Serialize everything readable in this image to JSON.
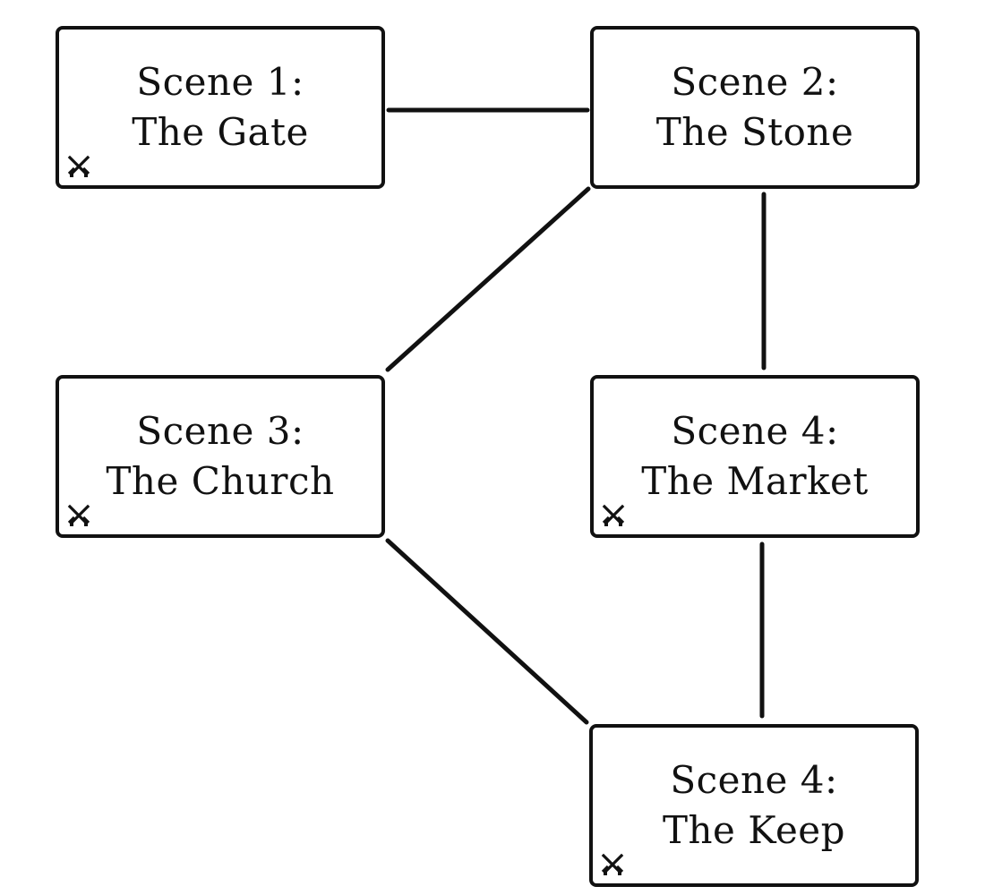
{
  "scenes": [
    {
      "id": "gate",
      "label_line_1": "Scene 1:",
      "label_line_2": "The Gate",
      "icon": "crossed-swords-icon"
    },
    {
      "id": "stone",
      "label_line_1": "Scene 2:",
      "label_line_2": "The Stone",
      "icon": ""
    },
    {
      "id": "church",
      "label_line_1": "Scene 3:",
      "label_line_2": "The Church",
      "icon": "crossed-swords-icon"
    },
    {
      "id": "market",
      "label_line_1": "Scene 4:",
      "label_line_2": "The Market",
      "icon": "crossed-swords-icon"
    },
    {
      "id": "keep",
      "label_line_1": "Scene 4:",
      "label_line_2": "The Keep",
      "icon": "crossed-swords-icon"
    }
  ],
  "connections": [
    {
      "from": "gate",
      "to": "stone"
    },
    {
      "from": "stone",
      "to": "church"
    },
    {
      "from": "stone",
      "to": "market"
    },
    {
      "from": "church",
      "to": "keep"
    },
    {
      "from": "market",
      "to": "keep"
    }
  ],
  "colors": {
    "line": "#111111",
    "box_border": "#111111",
    "background": "#ffffff",
    "text": "#111111"
  }
}
